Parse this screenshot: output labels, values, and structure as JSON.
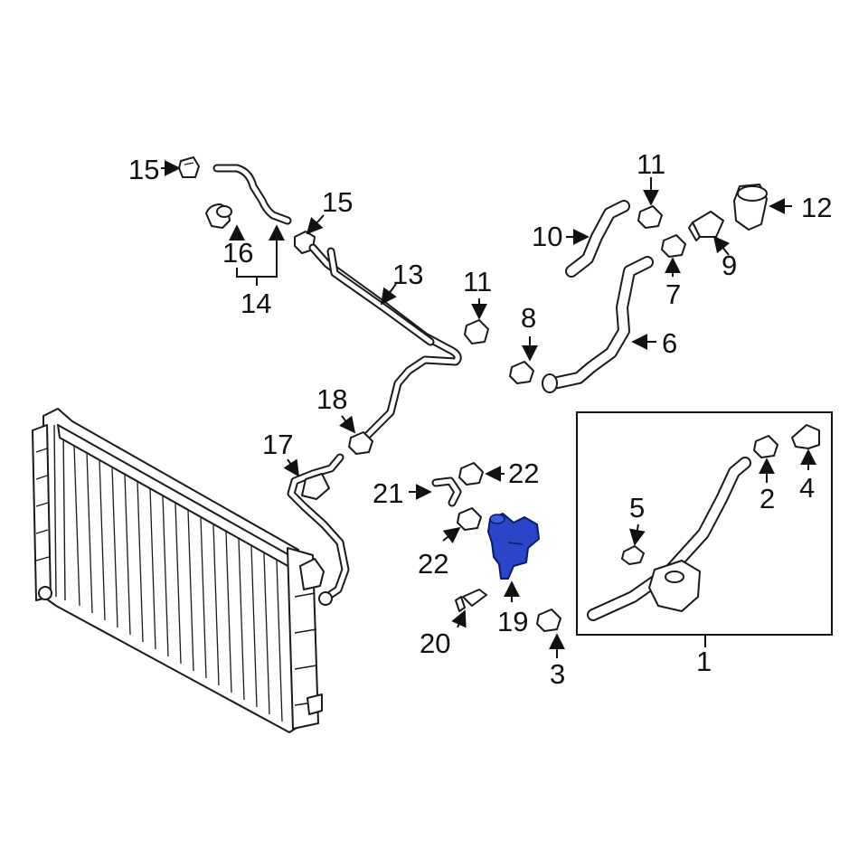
{
  "diagram": {
    "callouts": [
      "15",
      "16",
      "14",
      "15",
      "13",
      "11",
      "10",
      "11",
      "12",
      "9",
      "7",
      "8",
      "6",
      "18",
      "17",
      "21",
      "22",
      "22",
      "19",
      "20",
      "3",
      "5",
      "2",
      "4",
      "1"
    ]
  },
  "colors": {
    "highlight": "#2a45c8",
    "line": "#1a1a1a",
    "background": "#ffffff"
  }
}
